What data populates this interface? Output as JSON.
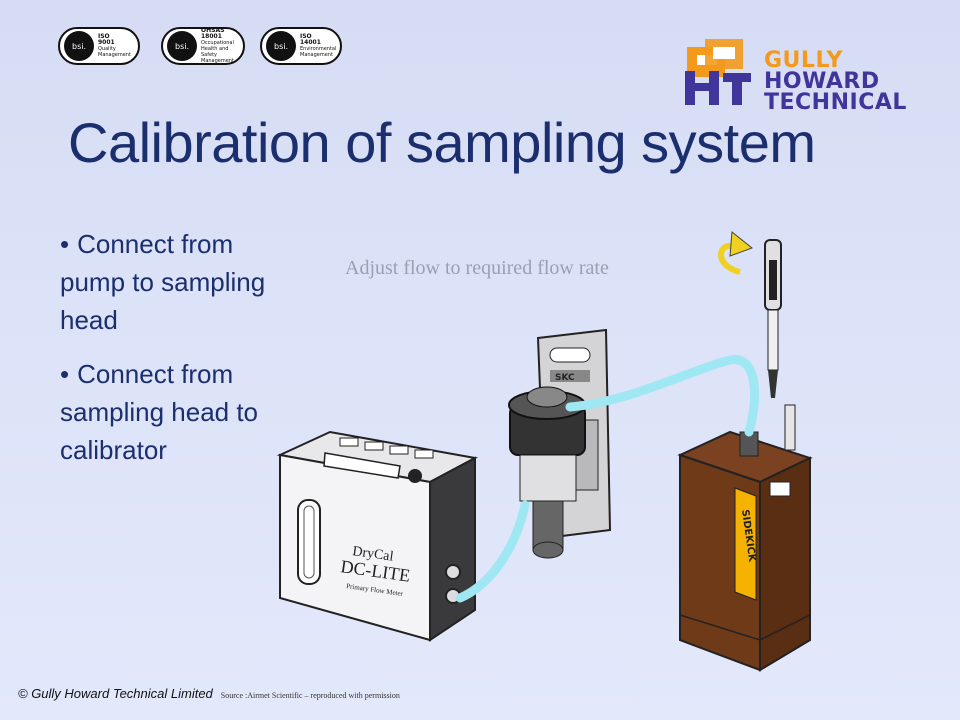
{
  "certifications": [
    {
      "brand": "bsi.",
      "standard": "ISO",
      "number": "9001",
      "scope": "Quality Management"
    },
    {
      "brand": "bsi.",
      "standard": "OHSAS",
      "number": "18001",
      "scope": "Occupational Health and Safety Management"
    },
    {
      "brand": "bsi.",
      "standard": "ISO",
      "number": "14001",
      "scope": "Environmental Management"
    }
  ],
  "logo": {
    "line1": "GULLY",
    "line2": "HOWARD",
    "line3": "TECHNICAL"
  },
  "title": "Calibration of sampling system",
  "bullets": [
    "Connect from pump to sampling head",
    "Connect from sampling head to calibrator"
  ],
  "annotation": "Adjust flow to required flow rate",
  "device_labels": {
    "calibrator_brand": "DryCal",
    "calibrator_model": "DC-LITE",
    "calibrator_subtitle": "Primary Flow Meter",
    "pump_brand": "SIDEKICK",
    "head_brand": "SKC"
  },
  "footer": {
    "copyright": "© Gully Howard Technical Limited",
    "source": "Source :Airmet Scientific – reproduced with permission"
  },
  "colors": {
    "title": "#1b2e6e",
    "logo_orange": "#f39a1c",
    "logo_purple": "#40359a",
    "tubing": "#9fe7f2",
    "pump_body": "#6e3a18",
    "pump_stripe": "#f5b300"
  }
}
